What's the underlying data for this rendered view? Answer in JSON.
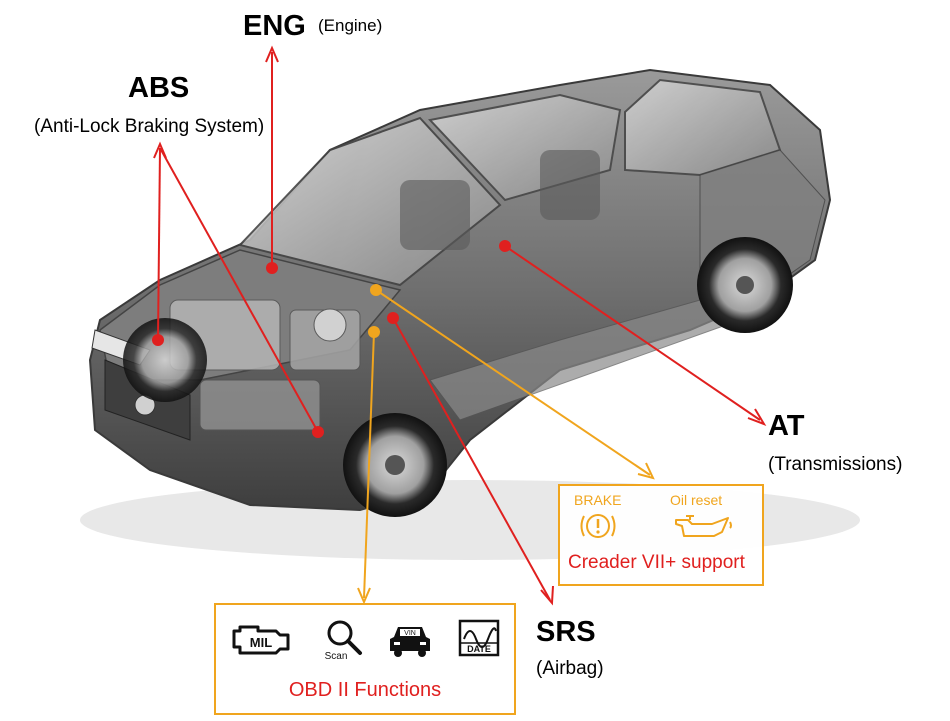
{
  "labels": {
    "eng": {
      "code": "ENG",
      "desc": "(Engine)"
    },
    "abs": {
      "code": "ABS",
      "desc": "(Anti-Lock Braking System)"
    },
    "at": {
      "code": "AT",
      "desc": "(Transmissions)"
    },
    "srs": {
      "code": "SRS",
      "desc": "(Airbag)"
    }
  },
  "support_box": {
    "brake_label": "BRAKE",
    "oil_label": "Oil reset",
    "caption": "Creader VII+ support"
  },
  "obd_box": {
    "icons": [
      {
        "name": "mil-engine-icon",
        "text": "MIL"
      },
      {
        "name": "scan-magnifier-icon",
        "text": "Scan"
      },
      {
        "name": "vin-car-icon",
        "text": "VIN"
      },
      {
        "name": "date-graph-icon",
        "text": "DATE"
      }
    ],
    "caption": "OBD II Functions"
  },
  "colors": {
    "red_pointer": "#e0201f",
    "orange_pointer": "#f0a51e",
    "car_body": "#6b6b6b"
  }
}
